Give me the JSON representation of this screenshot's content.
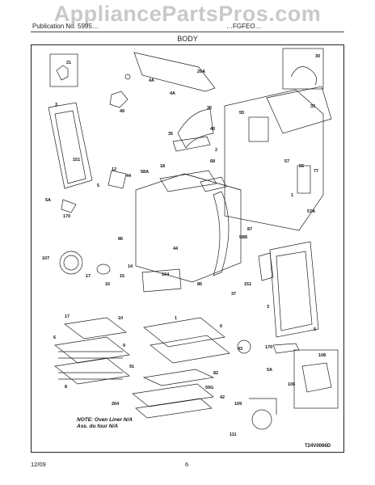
{
  "watermark": "AppliancePartsPros.com",
  "header": {
    "left": "Publication No. 5995…",
    "right": "…FGFEO…",
    "section": "BODY"
  },
  "labels": [
    {
      "id": "21",
      "text": "21"
    },
    {
      "id": "4a1",
      "text": "4A"
    },
    {
      "id": "49",
      "text": "49"
    },
    {
      "id": "26a",
      "text": "26A"
    },
    {
      "id": "30",
      "text": "30"
    },
    {
      "id": "3a",
      "text": "3"
    },
    {
      "id": "4a2",
      "text": "4A"
    },
    {
      "id": "36",
      "text": "36"
    },
    {
      "id": "55",
      "text": "55"
    },
    {
      "id": "33",
      "text": "33"
    },
    {
      "id": "35",
      "text": "35"
    },
    {
      "id": "40",
      "text": "40"
    },
    {
      "id": "151a",
      "text": "151"
    },
    {
      "id": "18",
      "text": "18"
    },
    {
      "id": "2",
      "text": "2"
    },
    {
      "id": "58a",
      "text": "58A"
    },
    {
      "id": "12",
      "text": "12"
    },
    {
      "id": "44a",
      "text": "44"
    },
    {
      "id": "68",
      "text": "68"
    },
    {
      "id": "57",
      "text": "57"
    },
    {
      "id": "56",
      "text": "56"
    },
    {
      "id": "77",
      "text": "77"
    },
    {
      "id": "5a1",
      "text": "5"
    },
    {
      "id": "5a1b",
      "text": "5A"
    },
    {
      "id": "170a",
      "text": "170"
    },
    {
      "id": "1a",
      "text": "1"
    },
    {
      "id": "57a",
      "text": "57A"
    },
    {
      "id": "87",
      "text": "87"
    },
    {
      "id": "58b",
      "text": "58B"
    },
    {
      "id": "86a",
      "text": "86"
    },
    {
      "id": "44b",
      "text": "44"
    },
    {
      "id": "107",
      "text": "107"
    },
    {
      "id": "14",
      "text": "14"
    },
    {
      "id": "164",
      "text": "164"
    },
    {
      "id": "86b",
      "text": "86"
    },
    {
      "id": "151b",
      "text": "151"
    },
    {
      "id": "15",
      "text": "15"
    },
    {
      "id": "17",
      "text": "17"
    },
    {
      "id": "16",
      "text": "16"
    },
    {
      "id": "37",
      "text": "37"
    },
    {
      "id": "3b",
      "text": "3"
    },
    {
      "id": "10",
      "text": "10"
    },
    {
      "id": "17b",
      "text": "17"
    },
    {
      "id": "1b",
      "text": "1"
    },
    {
      "id": "9",
      "text": "9"
    },
    {
      "id": "6a",
      "text": "6"
    },
    {
      "id": "6b",
      "text": "6"
    },
    {
      "id": "5b",
      "text": "5"
    },
    {
      "id": "43",
      "text": "43"
    },
    {
      "id": "170b",
      "text": "170"
    },
    {
      "id": "108",
      "text": "108"
    },
    {
      "id": "8",
      "text": "8"
    },
    {
      "id": "91",
      "text": "91"
    },
    {
      "id": "82",
      "text": "82"
    },
    {
      "id": "5a2",
      "text": "5A"
    },
    {
      "id": "106",
      "text": "106"
    },
    {
      "id": "59g",
      "text": "59G"
    },
    {
      "id": "42",
      "text": "42"
    },
    {
      "id": "264",
      "text": "264"
    },
    {
      "id": "109",
      "text": "109"
    },
    {
      "id": "111",
      "text": "111"
    }
  ],
  "note": {
    "line1": "NOTE: Oven Liner N/A",
    "line2": "Ass. du four N/A"
  },
  "drawing_code": "T24V0066D",
  "footer": {
    "date": "12/09",
    "page": "6"
  }
}
